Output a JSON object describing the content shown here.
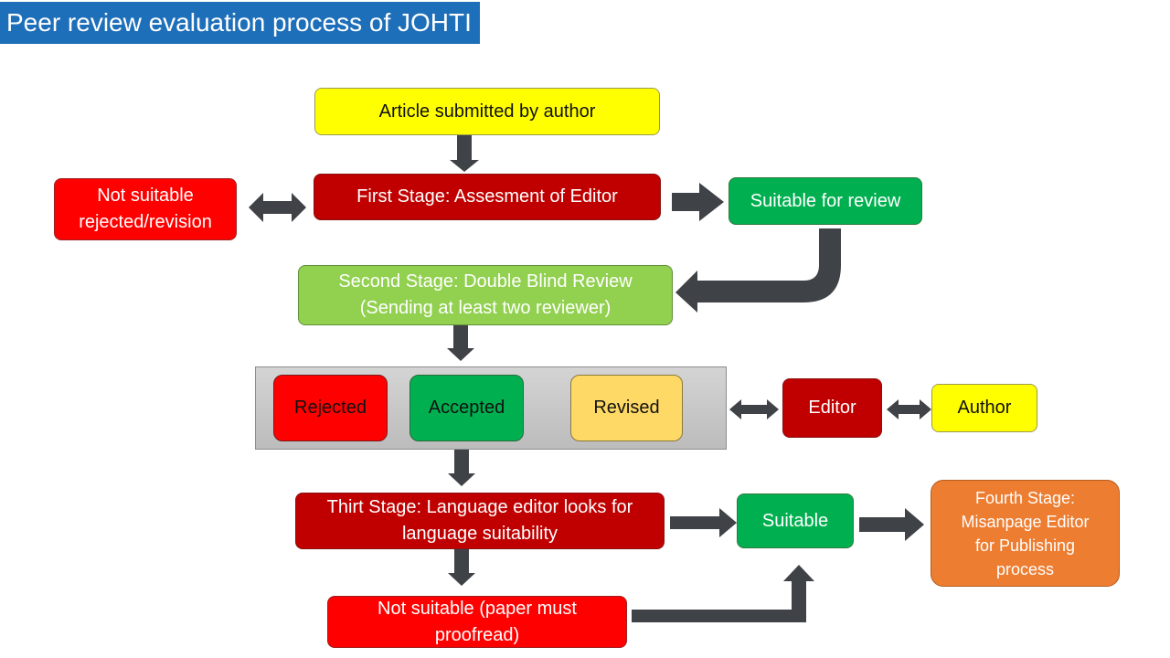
{
  "title": "Peer review evaluation process of JOHTI",
  "nodes": {
    "submitted": "Article submitted by author",
    "first_stage": "First Stage: Assesment of Editor",
    "not_suitable_1": [
      "Not suitable",
      "rejected/revision"
    ],
    "suitable_review": "Suitable for review",
    "second_stage": [
      "Second Stage: Double Blind Review",
      "(Sending at least two reviewer)"
    ],
    "rejected": "Rejected",
    "accepted": "Accepted",
    "revised": "Revised",
    "editor": "Editor",
    "author": "Author",
    "third_stage": [
      "Thirt Stage: Language editor looks for",
      "language suitability"
    ],
    "suitable": "Suitable",
    "fourth_stage": [
      "Fourth Stage:",
      "Misanpage Editor",
      "for Publishing",
      "process"
    ],
    "not_suitable_2": [
      "Not suitable (paper must",
      "proofread)"
    ]
  },
  "colors": {
    "title_bg": "#1e6fb9",
    "yellow": "#ffff00",
    "dark_red": "#c00000",
    "red": "#ff0000",
    "green": "#00b050",
    "light_green": "#92d050",
    "orange": "#ed7d31",
    "revised": "#ffd966",
    "arrow": "#3f4247"
  }
}
